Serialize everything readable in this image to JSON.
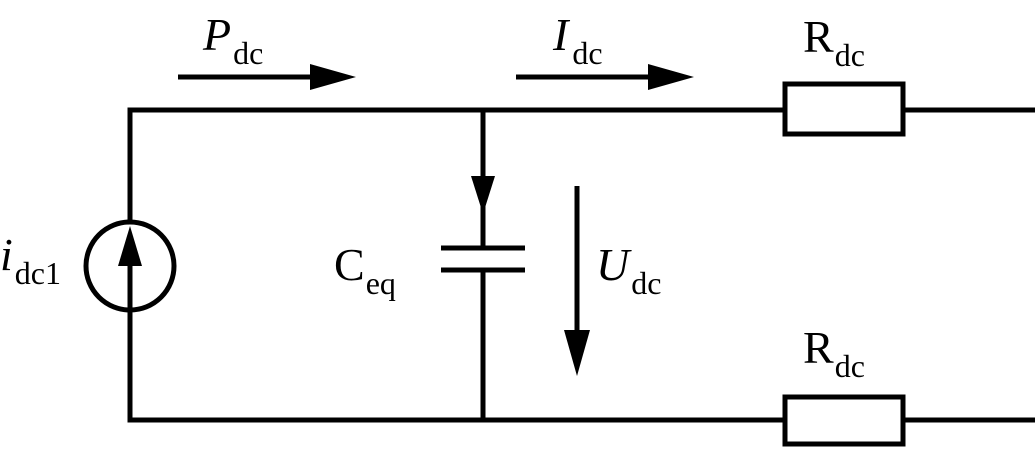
{
  "labels": {
    "power": {
      "main": "P",
      "sub": "dc"
    },
    "current": {
      "main": "I",
      "sub": "dc"
    },
    "source": {
      "main": "i",
      "sub": "dc1"
    },
    "capacitor": {
      "main": "C",
      "sub": "eq"
    },
    "voltage": {
      "main": "U",
      "sub": "dc"
    },
    "resistor_top": {
      "main": "R",
      "sub": "dc"
    },
    "resistor_bottom": {
      "main": "R",
      "sub": "dc"
    }
  }
}
